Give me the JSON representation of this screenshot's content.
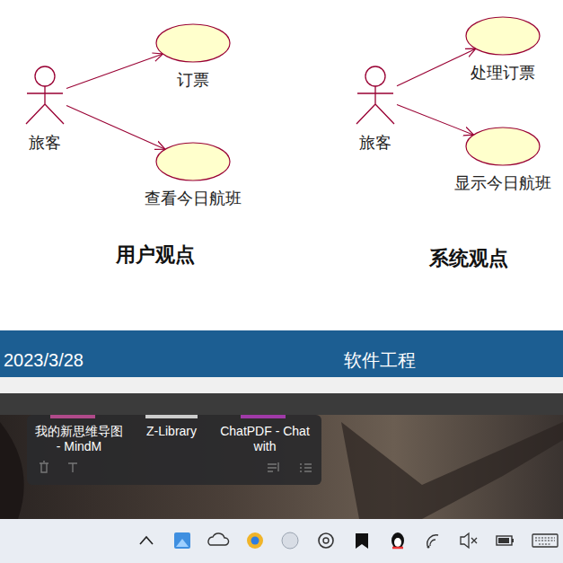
{
  "diagram": {
    "nodes": [
      {
        "text": [
          "旅客"
        ]
      },
      {
        "text": [
          "订票"
        ]
      },
      {
        "text": [
          "查看今日航班"
        ]
      },
      {
        "text": [
          "旅客"
        ]
      },
      {
        "text": [
          "处理订票"
        ]
      },
      {
        "text": [
          "显示今日航班"
        ]
      }
    ],
    "edges": [
      {
        "from": 0,
        "to": 1,
        "arrow": "to"
      },
      {
        "from": 0,
        "to": 2,
        "arrow": "to"
      },
      {
        "from": 3,
        "to": 4,
        "arrow": "to"
      },
      {
        "from": 3,
        "to": 5,
        "arrow": "to"
      }
    ],
    "labels": [
      "用户观点",
      "系统观点",
      "2023/3/28",
      "软件工程",
      "我的新思维导图 - MindM",
      "Z-Library",
      "ChatPDF - Chat with"
    ]
  }
}
